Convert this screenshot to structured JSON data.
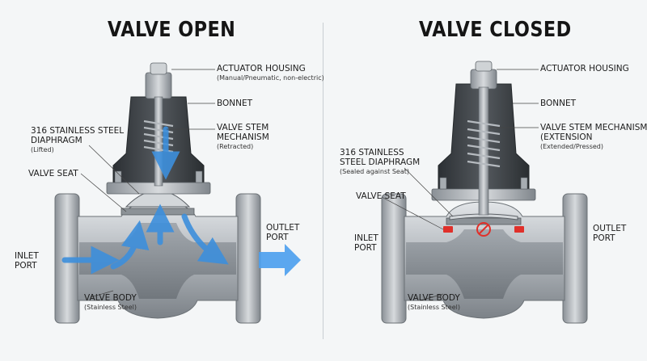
{
  "left": {
    "title": "VALVE OPEN",
    "labels": {
      "actuator_name": "ACTUATOR HOUSING",
      "actuator_note": "(Manual/Pneumatic, non-electric)",
      "bonnet": "BONNET",
      "stem_name_1": "VALVE STEM",
      "stem_name_2": "MECHANISM",
      "stem_note": "(Retracted)",
      "diaphragm_1": "316 STAINLESS STEEL",
      "diaphragm_2": "DIAPHRAGM",
      "diaphragm_note": "(Lifted)",
      "seat": "VALVE SEAT",
      "outlet_1": "OUTLET",
      "outlet_2": "PORT",
      "inlet_1": "INLET",
      "inlet_2": "PORT",
      "body_name": "VALVE BODY",
      "body_note": "(Stainless Steel)"
    }
  },
  "right": {
    "title": "VALVE CLOSED",
    "labels": {
      "actuator_name": "ACTUATOR HOUSING",
      "bonnet": "BONNET",
      "stem_name_1": "VALVE STEM MECHANISM",
      "stem_name_2": "(EXTENSION",
      "stem_note": "(Extended/Pressed)",
      "diaphragm_1": "316 STAINLESS",
      "diaphragm_2": "STEEL DIAPHRAGM",
      "diaphragm_note": "(Sealed against Seat)",
      "seat": "VALVE SEAT",
      "inlet_1": "INLET",
      "inlet_2": "PORT",
      "outlet_1": "OUTLET",
      "outlet_2": "PORT",
      "body_name": "VALVE BODY",
      "body_note": "(Stainless Steel)"
    }
  },
  "colors": {
    "flow_arrow": "#3d8fdc",
    "seal_marker": "#e0302a",
    "steel_light": "#c9cdd1",
    "steel_dark": "#5a5f64",
    "bonnet_dark": "#3b3f43"
  }
}
